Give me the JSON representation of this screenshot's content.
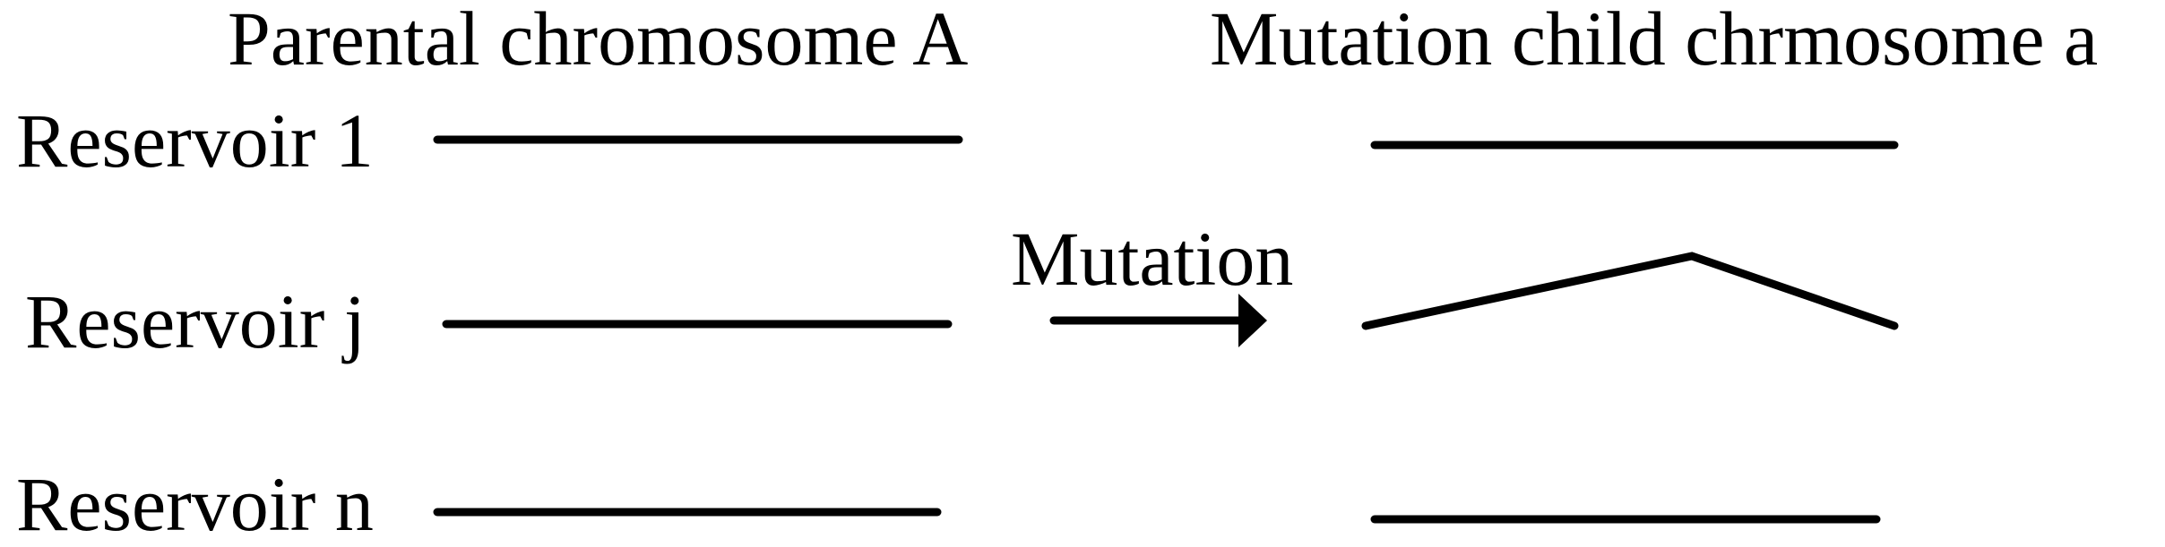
{
  "headings": {
    "parent": "Parental chromosome A",
    "child": "Mutation child chrmosome a"
  },
  "rows": [
    {
      "label": "Reservoir 1"
    },
    {
      "label": "Reservoir j"
    },
    {
      "label": "Reservoir n"
    }
  ],
  "operation": {
    "label": "Mutation",
    "icon": "arrow-right-icon"
  },
  "colors": {
    "line": "#000000",
    "background": "#ffffff"
  }
}
